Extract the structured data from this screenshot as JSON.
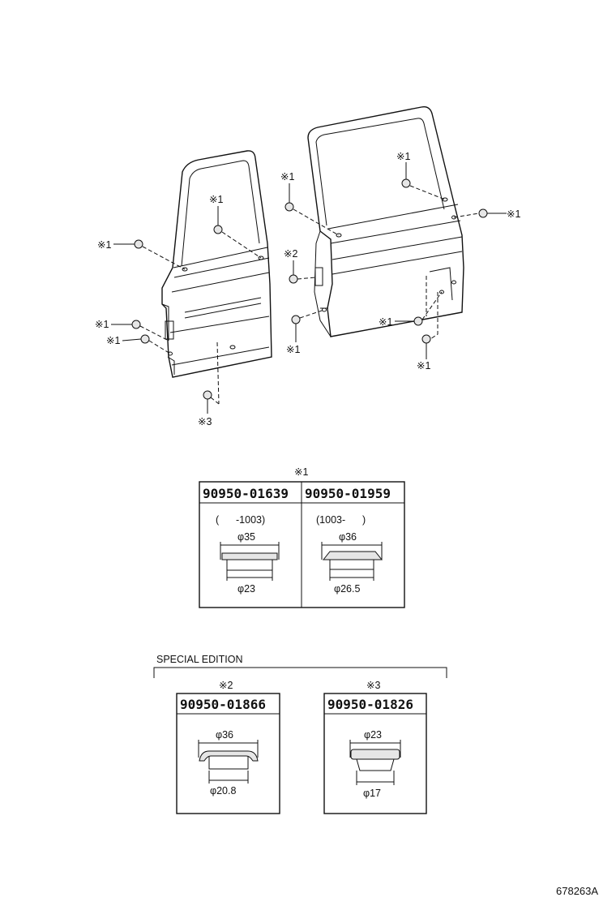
{
  "callouts": {
    "c1": "※1",
    "c2": "※2",
    "c3": "※3"
  },
  "table1": {
    "header": "※1",
    "col1": {
      "part_number": "90950-01639",
      "range": "(      -1003)",
      "outer_dim": "φ35",
      "inner_dim": "φ23"
    },
    "col2": {
      "part_number": "90950-01959",
      "range": "(1003-      )",
      "outer_dim": "φ36",
      "inner_dim": "φ26.5"
    }
  },
  "special_edition": {
    "title": "SPECIAL EDITION",
    "box2": {
      "header": "※2",
      "part_number": "90950-01866",
      "outer_dim": "φ36",
      "inner_dim": "φ20.8"
    },
    "box3": {
      "header": "※3",
      "part_number": "90950-01826",
      "outer_dim": "φ23",
      "inner_dim": "φ17"
    }
  },
  "figure_code": "678263A"
}
